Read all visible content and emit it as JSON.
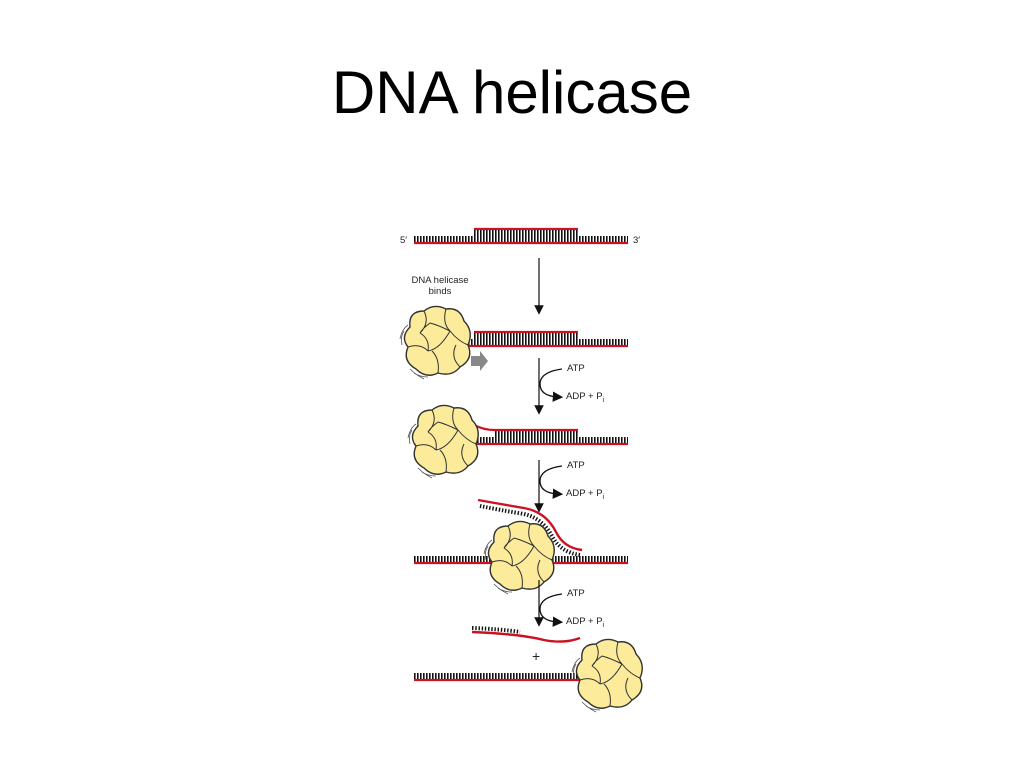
{
  "slide": {
    "title": "DNA helicase"
  },
  "diagram": {
    "end_5": "5′",
    "end_3": "3′",
    "step_label_line1": "DNA helicase",
    "step_label_line2": "binds",
    "atp": "ATP",
    "adp": "ADP + P",
    "adp_sub": "i",
    "plus": "+"
  },
  "colors": {
    "strand": "#cc1122",
    "helicase_fill": "#fbeb9a",
    "helicase_outline": "#333333",
    "arrow_gray": "#888888"
  }
}
